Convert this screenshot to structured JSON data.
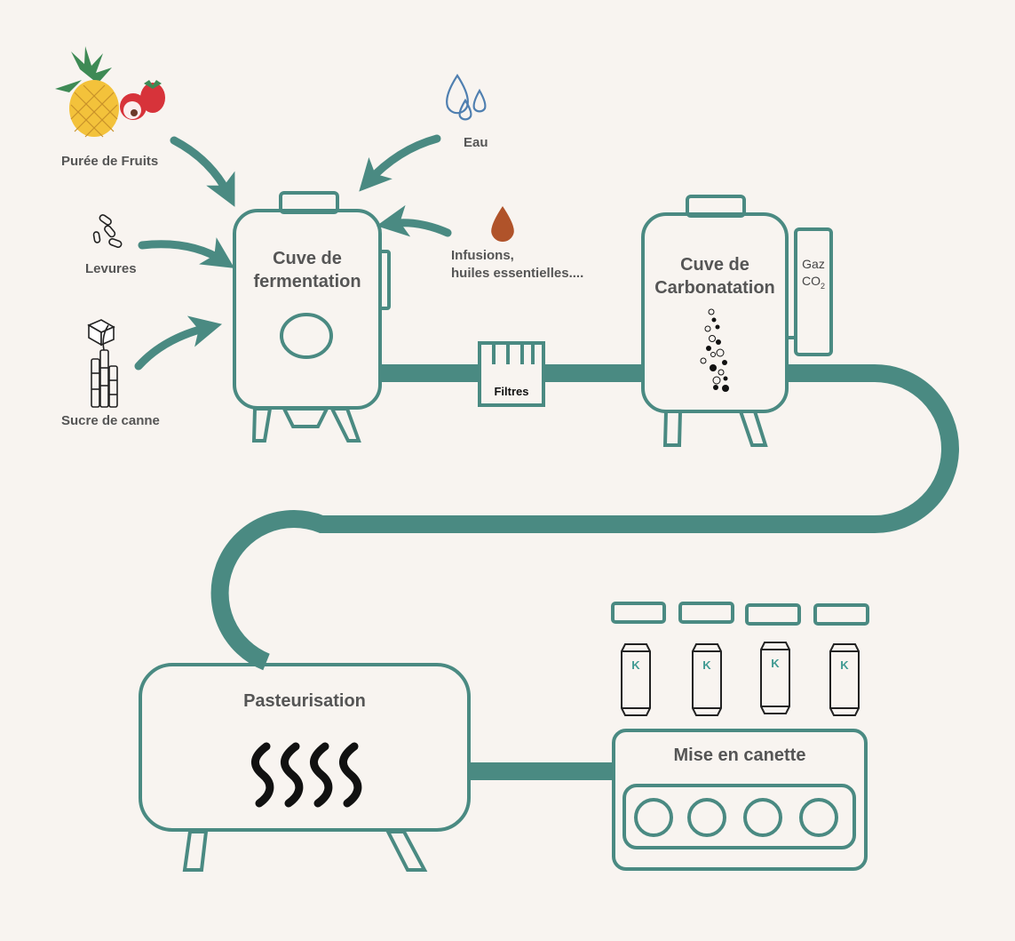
{
  "colors": {
    "teal": "#4a8a82",
    "background": "#f8f4f0",
    "text": "#555555",
    "dark": "#111111",
    "drop_water": "#4f7fb0",
    "drop_oil": "#b0532a",
    "pineapple": "#f3c23b",
    "fruit_red": "#d7333a"
  },
  "icons": [
    "pineapple-icon",
    "lychee-icon",
    "raspberry-icon",
    "water-drops-icon",
    "oil-drop-icon",
    "yeast-icon",
    "sugar-cube-icon",
    "sugar-cane-icon",
    "heat-waves-icon",
    "bubbles-icon",
    "can-icon",
    "can-lid-icon"
  ],
  "inputs": {
    "fruits": "Purée de Fruits",
    "water": "Eau",
    "yeast": "Levures",
    "sugar": "Sucre de canne",
    "infusions_line1": "Infusions,",
    "infusions_line2": "huiles essentielles...."
  },
  "tanks": {
    "fermentation_line1": "Cuve de",
    "fermentation_line2": "fermentation",
    "carbonation_line1": "Cuve de",
    "carbonation_line2": "Carbonatation",
    "gas_line1": "Gaz",
    "gas_co": "CO",
    "gas_sub": "2"
  },
  "filter": "Filtres",
  "pasteurisation": "Pasteurisation",
  "canning": "Mise en canette",
  "can_logo": "K"
}
